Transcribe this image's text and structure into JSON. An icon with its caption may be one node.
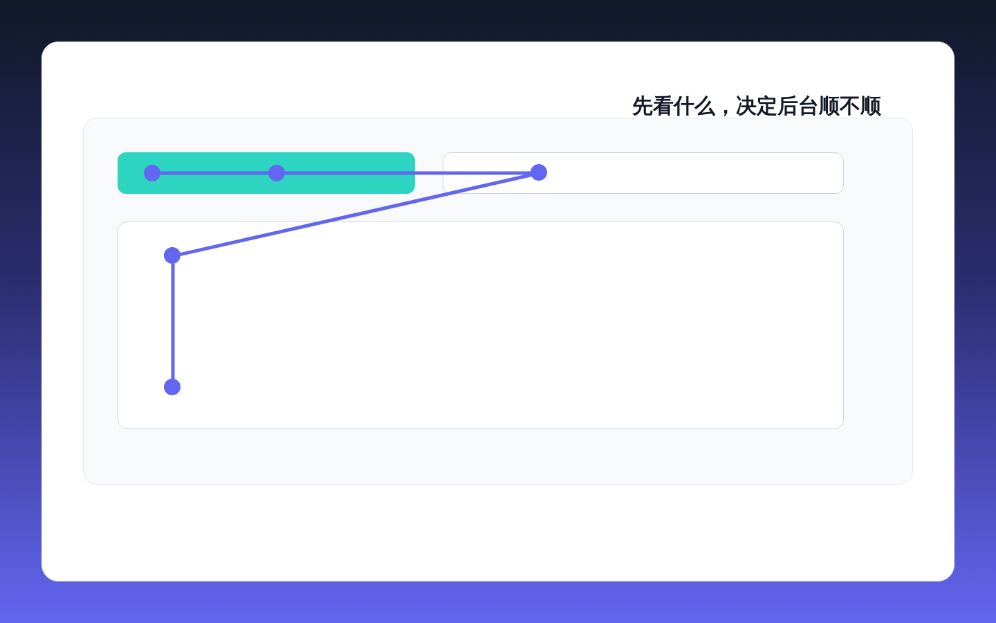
{
  "diagram": {
    "title": "先看什么，决定后台顺不顺",
    "nodes": [
      {
        "text": [],
        "shape": "box"
      },
      {
        "text": [],
        "shape": "bar",
        "in": 0
      },
      {
        "text": [],
        "shape": "box",
        "in": 0
      },
      {
        "text": [],
        "shape": "box",
        "in": 0
      },
      {
        "text": [],
        "shape": "circle",
        "in": 1
      },
      {
        "text": [],
        "shape": "circle",
        "in": 1
      },
      {
        "text": [],
        "shape": "circle",
        "in": 2
      },
      {
        "text": [],
        "shape": "circle",
        "in": 3
      },
      {
        "text": [],
        "shape": "circle",
        "in": 3
      }
    ],
    "edges": [
      {
        "from": 4,
        "to": 5,
        "arrow": "none"
      },
      {
        "from": 5,
        "to": 6,
        "arrow": "none"
      },
      {
        "from": 6,
        "to": 7,
        "arrow": "none"
      },
      {
        "from": 7,
        "to": 8,
        "arrow": "none"
      }
    ]
  }
}
